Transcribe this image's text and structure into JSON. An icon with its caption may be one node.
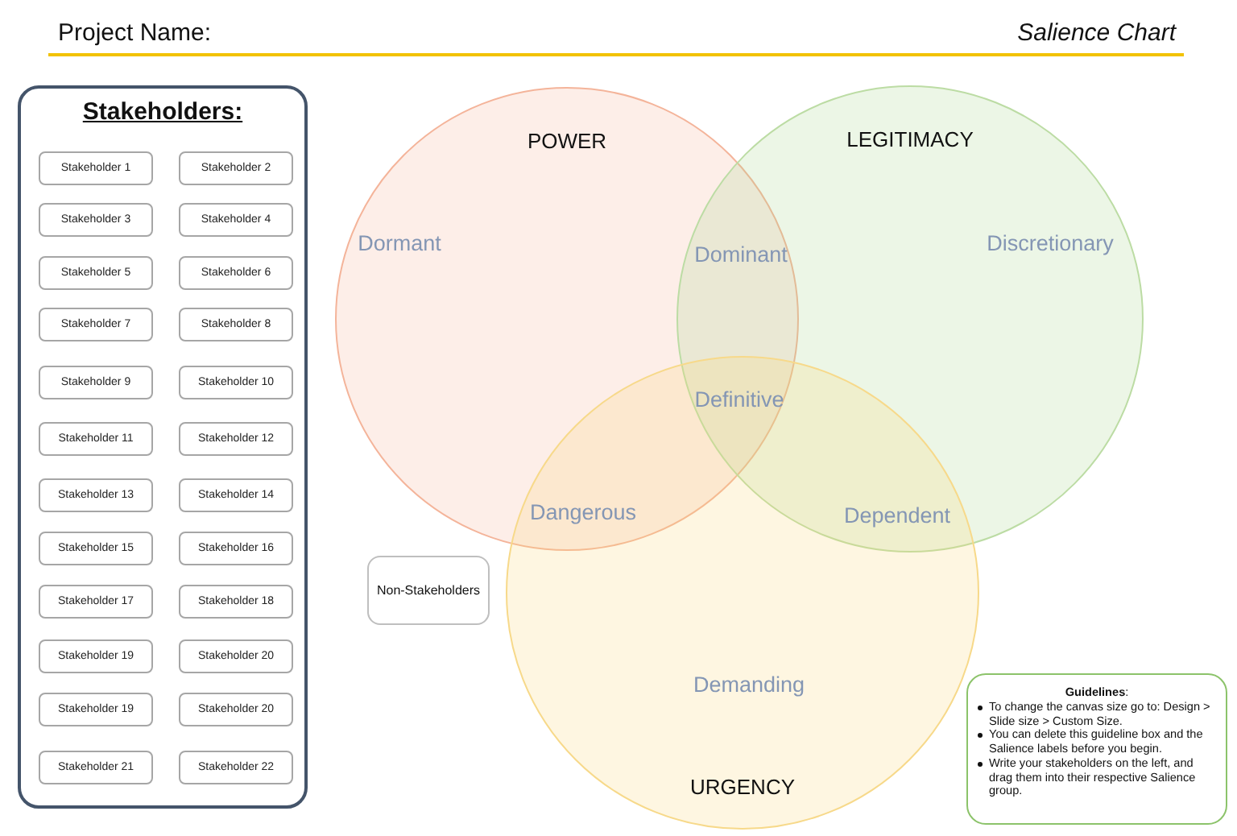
{
  "diagram": {
    "title": "Salience Chart",
    "nodes": [
      {
        "text": [
          "Stakeholders:"
        ]
      },
      {
        "text": [
          "Stakeholder 1"
        ],
        "in": 0
      },
      {
        "text": [
          "Stakeholder 2"
        ],
        "in": 0
      },
      {
        "text": [
          "Stakeholder 3"
        ],
        "in": 0
      },
      {
        "text": [
          "Stakeholder 4"
        ],
        "in": 0
      },
      {
        "text": [
          "Stakeholder 5"
        ],
        "in": 0
      },
      {
        "text": [
          "Stakeholder 6"
        ],
        "in": 0
      },
      {
        "text": [
          "Stakeholder 7"
        ],
        "in": 0
      },
      {
        "text": [
          "Stakeholder 8"
        ],
        "in": 0
      },
      {
        "text": [
          "Stakeholder 9"
        ],
        "in": 0
      },
      {
        "text": [
          "Stakeholder 10"
        ],
        "in": 0
      },
      {
        "text": [
          "Stakeholder 11"
        ],
        "in": 0
      },
      {
        "text": [
          "Stakeholder 12"
        ],
        "in": 0
      },
      {
        "text": [
          "Stakeholder 13"
        ],
        "in": 0
      },
      {
        "text": [
          "Stakeholder 14"
        ],
        "in": 0
      },
      {
        "text": [
          "Stakeholder 15"
        ],
        "in": 0
      },
      {
        "text": [
          "Stakeholder 16"
        ],
        "in": 0
      },
      {
        "text": [
          "Stakeholder 17"
        ],
        "in": 0
      },
      {
        "text": [
          "Stakeholder 18"
        ],
        "in": 0
      },
      {
        "text": [
          "Stakeholder 19"
        ],
        "in": 0
      },
      {
        "text": [
          "Stakeholder 20"
        ],
        "in": 0
      },
      {
        "text": [
          "Stakeholder 19"
        ],
        "in": 0
      },
      {
        "text": [
          "Stakeholder 20"
        ],
        "in": 0
      },
      {
        "text": [
          "Stakeholder 21"
        ],
        "in": 0
      },
      {
        "text": [
          "Stakeholder 22"
        ],
        "in": 0
      },
      {
        "text": [
          "POWER"
        ]
      },
      {
        "text": [
          "LEGITIMACY"
        ]
      },
      {
        "text": [
          "URGENCY"
        ]
      },
      {
        "text": [
          "Non-Stakeholders"
        ]
      },
      {
        "text": [
          "**Guidelines**:",
          "To change the canvas size go to: Design > Slide size > Custom Size.",
          "You can delete this guideline box and the Salience labels before you begin.",
          "Write your stakeholders on the left, and drag  them into their respective Salience group."
        ]
      }
    ],
    "edges": [],
    "labels": [
      "Project Name:",
      "Dormant",
      "Dominant",
      "Discretionary",
      "Definitive",
      "Dangerous",
      "Dependent",
      "Demanding"
    ]
  }
}
